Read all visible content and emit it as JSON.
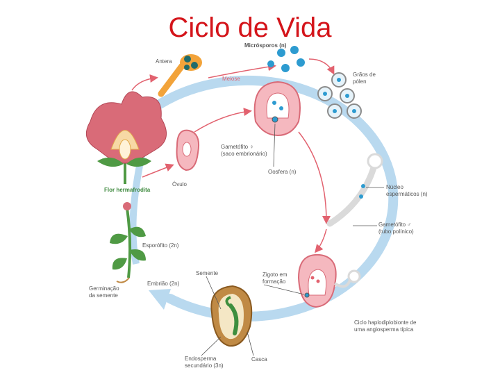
{
  "title": "Ciclo de Vida",
  "labels": {
    "microsporos": "Micrósporos (n)",
    "antera": "Antera",
    "meiose": "Meiose",
    "graos_1": "Grãos de",
    "graos_2": "pólen",
    "gametofito_f_1": "Gametófito ♀",
    "gametofito_f_2": "(saco embrionário)",
    "oosfera": "Oosfera (n)",
    "ovulo": "Óvulo",
    "flor": "Flor hermafrodita",
    "nucleo_1": "Núcleo",
    "nucleo_2": "espermáticos (n)",
    "gametofito_m_1": "Gametófito ♂",
    "gametofito_m_2": "(tubo polínico)",
    "esporofito": "Esporófito (2n)",
    "semente": "Semente",
    "zigoto_1": "Zigoto em",
    "zigoto_2": "formação",
    "germinacao_1": "Germinação",
    "germinacao_2": "da semente",
    "embriao": "Embrião (2n)",
    "ciclo_1": "Ciclo haplodiplobionte de",
    "ciclo_2": "uma angiosperma típica",
    "endosperma_1": "Endosperma",
    "endosperma_2": "secundário (3n)",
    "casca": "Casca"
  },
  "colors": {
    "title": "#d4141a",
    "cycle_ring": "#b9d9ef",
    "arrow_red": "#e2626f",
    "petal": "#d96b78",
    "tissue_pink": "#f5b8bf",
    "pollen_blue": "#2d9bd0",
    "leaf_green": "#4f9a44",
    "anther_orange": "#f2a33a",
    "seed_brown": "#a46c2c"
  }
}
